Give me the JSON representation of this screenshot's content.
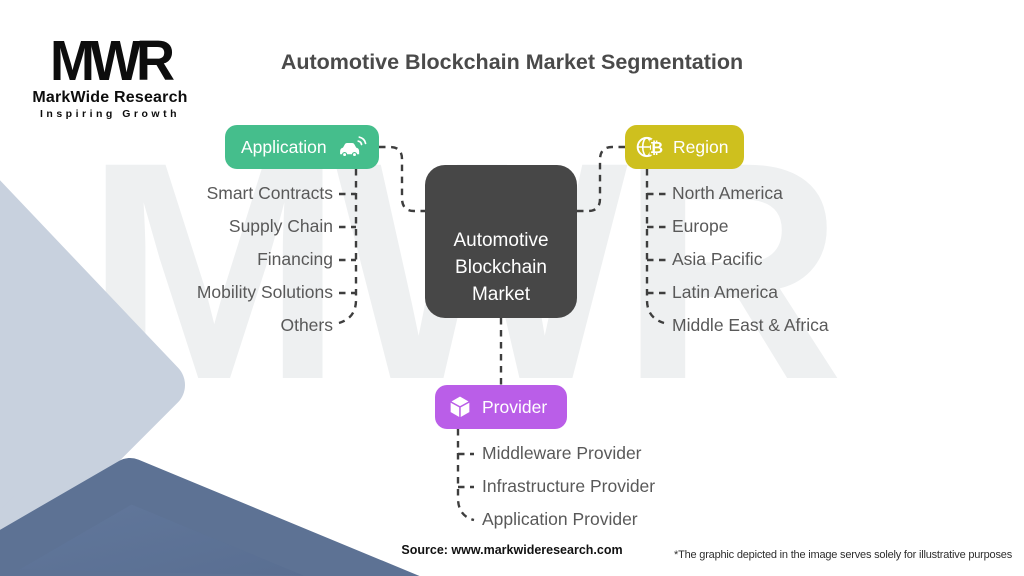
{
  "logo": {
    "monogram": "MWR",
    "name": "MarkWide Research",
    "tagline": "Inspiring Growth"
  },
  "title": "Automotive Blockchain Market Segmentation",
  "watermark": "MWR",
  "center_node": {
    "label": "Automotive Blockchain Market"
  },
  "branches": [
    {
      "id": "application",
      "label": "Application",
      "icon": "connected-car-icon",
      "color": "#45BE8C",
      "items": [
        "Smart Contracts",
        "Supply Chain",
        "Financing",
        "Mobility Solutions",
        "Others"
      ]
    },
    {
      "id": "region",
      "label": "Region",
      "icon": "globe-bitcoin-icon",
      "color": "#CEC01E",
      "items": [
        "North America",
        "Europe",
        "Asia Pacific",
        "Latin America",
        "Middle East & Africa"
      ]
    },
    {
      "id": "provider",
      "label": "Provider",
      "icon": "cube-icon",
      "color": "#BA5EE8",
      "items": [
        "Middleware Provider",
        "Infrastructure Provider",
        "Application Provider"
      ]
    }
  ],
  "footer": {
    "source": "Source: www.markwideresearch.com",
    "disclaimer": "*The graphic depicted in the image serves solely for illustrative purposes"
  },
  "colors": {
    "center_node": "#474747",
    "item_text": "#595959",
    "connector_dash": "#3e3e3e",
    "corner_shape_light": "#C8D1DE",
    "corner_shape_dark": "#60769A"
  }
}
